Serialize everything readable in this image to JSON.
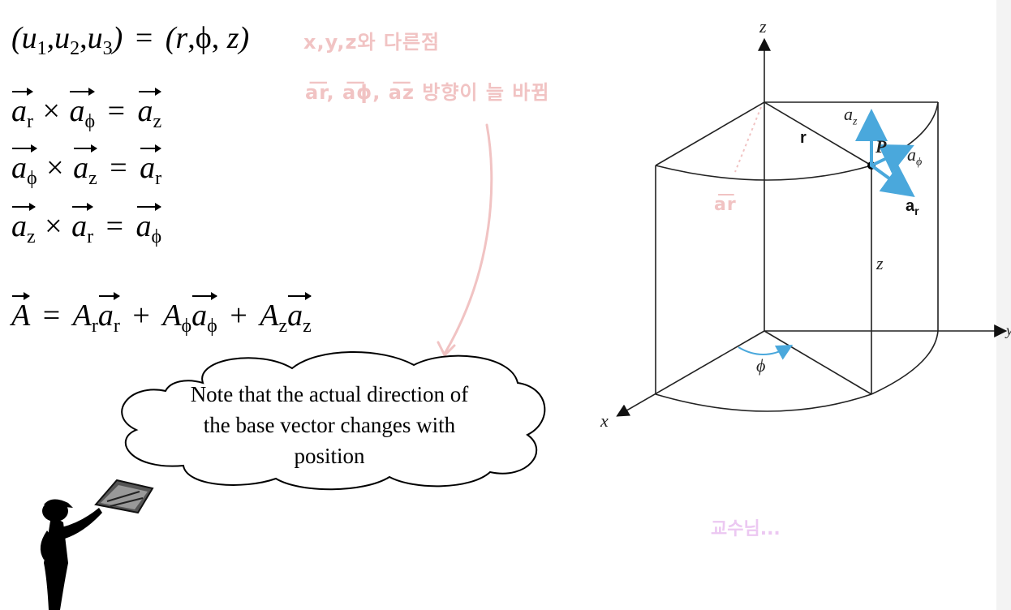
{
  "equations": {
    "coords": {
      "u1": "u",
      "u1_sub": "1",
      "u2": "u",
      "u2_sub": "2",
      "u3": "u",
      "u3_sub": "3",
      "r": "r",
      "phi": "ϕ",
      "z": "z"
    },
    "cross1": {
      "a": "a",
      "a_sub": "r",
      "b": "a",
      "b_sub": "ϕ",
      "c": "a",
      "c_sub": "z"
    },
    "cross2": {
      "a": "a",
      "a_sub": "ϕ",
      "b": "a",
      "b_sub": "z",
      "c": "a",
      "c_sub": "r"
    },
    "cross3": {
      "a": "a",
      "a_sub": "z",
      "b": "a",
      "b_sub": "r",
      "c": "a",
      "c_sub": "ϕ"
    },
    "vector": {
      "lhs": "A",
      "t1_coef": "A",
      "t1_coef_sub": "r",
      "t1_vec": "a",
      "t1_vec_sub": "r",
      "t2_coef": "A",
      "t2_coef_sub": "ϕ",
      "t2_vec": "a",
      "t2_vec_sub": "ϕ",
      "t3_coef": "A",
      "t3_coef_sub": "z",
      "t3_vec": "a",
      "t3_vec_sub": "z"
    }
  },
  "handwriting": {
    "line1": "x,y,z와 다른점",
    "line2": "a͞r, a͞ϕ, a͞z 방향이 늘 바뀜",
    "ar_mark": "a͞r",
    "professor": "교수님..."
  },
  "cloud_note": {
    "line1": "Note that the actual direction of",
    "line2": "the base vector changes with",
    "line3": "position"
  },
  "figure": {
    "axis_z_top": "z",
    "axis_x": "x",
    "axis_y": "y",
    "label_r": "r",
    "label_z_height": "z",
    "label_phi": "ϕ",
    "label_P": "P",
    "label_az": "a",
    "label_az_sub": "z",
    "label_aphi": "a",
    "label_aphi_sub": "ϕ",
    "label_ar": "a",
    "label_ar_sub": "r"
  },
  "colors": {
    "unit_vector_blue": "#4aa8dc",
    "handwriting_pink": "#f1c3c3",
    "handwriting_purple": "#ecc8f2"
  }
}
